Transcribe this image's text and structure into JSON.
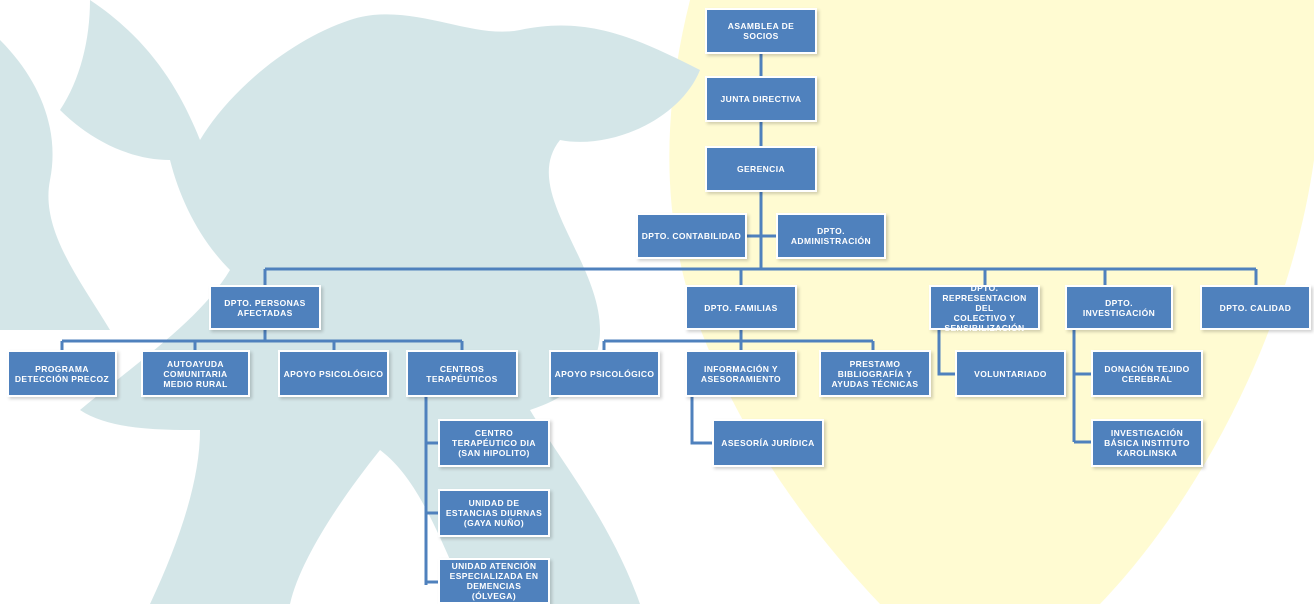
{
  "colors": {
    "box_fill": "#4F81BD",
    "connector": "#4F81BD",
    "box_text": "#FFFFFF",
    "bg_teal": "#CFE3E5",
    "bg_yellow": "#FFFBD2"
  },
  "org_chart": {
    "assembly": "ASAMBLEA DE SOCIOS",
    "board": "JUNTA DIRECTIVA",
    "management": "GERENCIA",
    "dept_accounting": "DPTO. CONTABILIDAD",
    "dept_administration": "DPTO.\nADMINISTRACIÓN",
    "dept_affected": "DPTO. PERSONAS\nAFECTADAS",
    "affected": {
      "early_detection": "PROGRAMA\nDETECCIÓN PRECOZ",
      "self_help": "AUTOAYUDA\nCOMUNITARIA\nMEDIO RURAL",
      "psych_support": "APOYO PSICOLÓGICO",
      "centers": "CENTROS\nTERAPÉUTICOS",
      "center_day": "CENTRO\nTERAPÉUTICO DIA\n(SAN HIPOLITO)",
      "center_units": "UNIDAD DE\nESTANCIAS DIURNAS\n(GAYA NUÑO)",
      "center_dementia": "UNIDAD ATENCIÓN\nESPECIALIZADA EN\nDEMENCIAS\n(ÓLVEGA)"
    },
    "dept_families": "DPTO. FAMILIAS",
    "families": {
      "psych_support": "APOYO PSICOLÓGICO",
      "info": "INFORMACIÓN Y\nASESORAMIENTO",
      "legal": "ASESORÍA JURÍDICA",
      "lending": "PRESTAMO\nBIBLIOGRAFÍA Y\nAYUDAS TÉCNICAS"
    },
    "dept_representation": "DPTO.\nREPRESENTACION DEL\nCOLECTIVO Y\nSENSIBILIZACIÓN",
    "volunteering": "VOLUNTARIADO",
    "dept_research": "DPTO.\nINVESTIGACIÓN",
    "research": {
      "brain_donation": "DONACIÓN TEJIDO\nCEREBRAL",
      "karolinska": "INVESTIGACIÓN\nBÁSICA INSTITUTO\nKAROLINSKA"
    },
    "dept_quality": "DPTO. CALIDAD"
  }
}
